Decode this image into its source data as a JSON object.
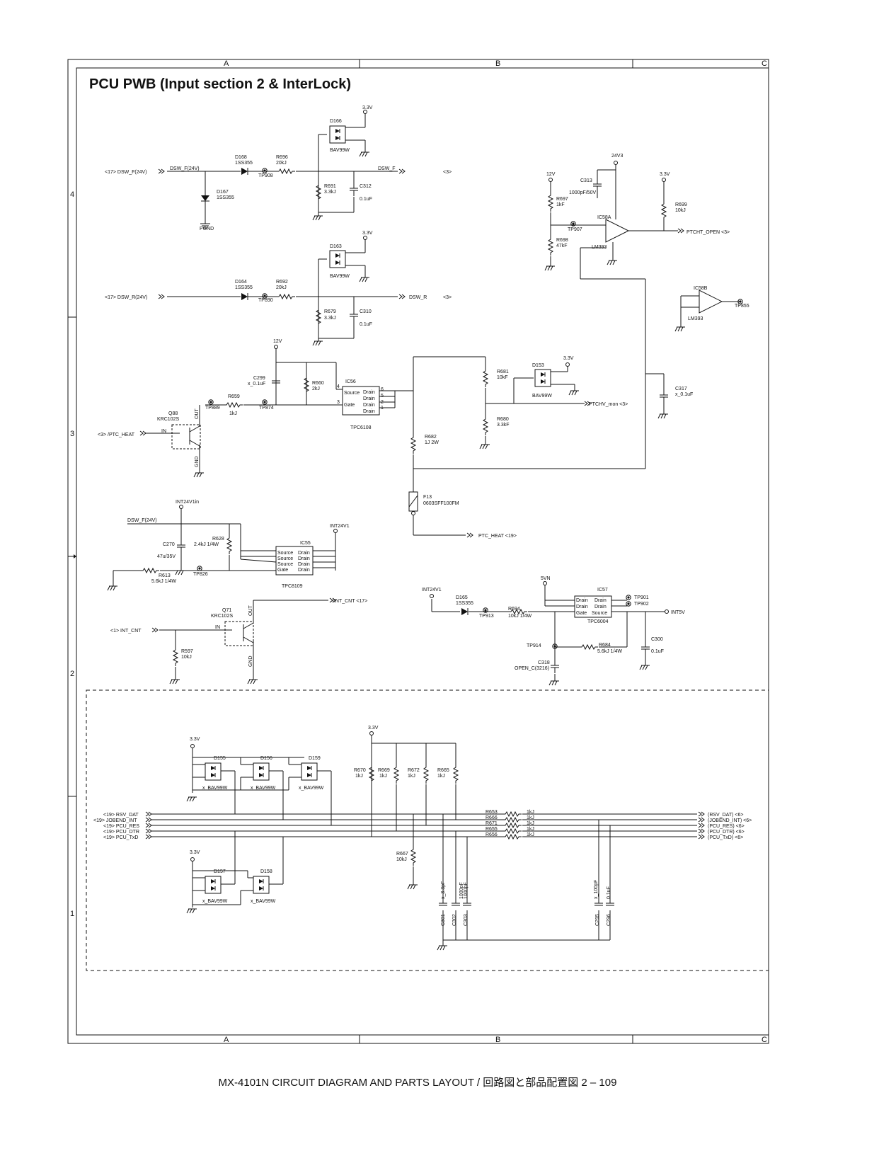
{
  "title": "PCU PWB (Input section 2 & InterLock)",
  "footer": "MX-4101N  CIRCUIT DIAGRAM AND PARTS LAYOUT / 回路図と部品配置図  2 – 109",
  "frame": {
    "cols": [
      "A",
      "B",
      "C"
    ],
    "rows": [
      "4",
      "3",
      "2",
      "1"
    ]
  },
  "labels": [
    {
      "id": "v33a",
      "t": "3.3V"
    },
    {
      "id": "d166",
      "t": "D166"
    },
    {
      "id": "bav99w1",
      "t": "BAV99W"
    },
    {
      "id": "d168",
      "t": "D168"
    },
    {
      "id": "d168p",
      "t": "1SS355"
    },
    {
      "id": "r696",
      "t": "R696"
    },
    {
      "id": "r696v",
      "t": "20kJ"
    },
    {
      "id": "tp908",
      "t": "TP908"
    },
    {
      "id": "dswf24in",
      "t": "<17>  DSW_F(24V)"
    },
    {
      "id": "dswf24",
      "t": "DSW_F(24V)"
    },
    {
      "id": "dswfo",
      "t": "DSW_F"
    },
    {
      "id": "dswfref",
      "t": "<3>"
    },
    {
      "id": "d167",
      "t": "D167"
    },
    {
      "id": "d167p",
      "t": "1SS355"
    },
    {
      "id": "pgnd",
      "t": "PGND"
    },
    {
      "id": "r691",
      "t": "R691"
    },
    {
      "id": "r691v",
      "t": "3.3kJ"
    },
    {
      "id": "c312",
      "t": "C312"
    },
    {
      "id": "c312v",
      "t": "0.1uF"
    },
    {
      "id": "v33b",
      "t": "3.3V"
    },
    {
      "id": "d163",
      "t": "D163"
    },
    {
      "id": "bav99w2",
      "t": "BAV99W"
    },
    {
      "id": "d164",
      "t": "D164"
    },
    {
      "id": "d164p",
      "t": "1SS355"
    },
    {
      "id": "r692",
      "t": "R692"
    },
    {
      "id": "r692v",
      "t": "20kJ"
    },
    {
      "id": "tp890",
      "t": "TP890"
    },
    {
      "id": "dswr24in",
      "t": "<17>  DSW_R(24V)"
    },
    {
      "id": "dswro",
      "t": "DSW_R"
    },
    {
      "id": "dswrref",
      "t": "<3>"
    },
    {
      "id": "r679",
      "t": "R679"
    },
    {
      "id": "r679v",
      "t": "3.3kJ"
    },
    {
      "id": "c310",
      "t": "C310"
    },
    {
      "id": "c310v",
      "t": "0.1uF"
    },
    {
      "id": "v12a",
      "t": "12V"
    },
    {
      "id": "c299",
      "t": "C299"
    },
    {
      "id": "c299v",
      "t": "x_0.1uF"
    },
    {
      "id": "r660",
      "t": "R660"
    },
    {
      "id": "r660v",
      "t": "2kJ"
    },
    {
      "id": "ic56",
      "t": "IC56"
    },
    {
      "id": "src56",
      "t": "Source"
    },
    {
      "id": "gate56",
      "t": "Gate"
    },
    {
      "id": "dr56a",
      "t": "Drain"
    },
    {
      "id": "dr56b",
      "t": "Drain"
    },
    {
      "id": "dr56c",
      "t": "Drain"
    },
    {
      "id": "dr56d",
      "t": "Drain"
    },
    {
      "id": "p56_4",
      "t": "4"
    },
    {
      "id": "p56_3",
      "t": "3"
    },
    {
      "id": "p56_6",
      "t": "6"
    },
    {
      "id": "p56_5",
      "t": "5"
    },
    {
      "id": "p56_2",
      "t": "2"
    },
    {
      "id": "p56_1",
      "t": "1"
    },
    {
      "id": "tpc6108",
      "t": "TPC6108"
    },
    {
      "id": "r659",
      "t": "R659"
    },
    {
      "id": "r659v",
      "t": "1kJ"
    },
    {
      "id": "tp889",
      "t": "TP889"
    },
    {
      "id": "tp874",
      "t": "TP874"
    },
    {
      "id": "q88",
      "t": "Q88"
    },
    {
      "id": "krc1",
      "t": "KRC102S"
    },
    {
      "id": "in1",
      "t": "IN"
    },
    {
      "id": "out1",
      "t": "OUT"
    },
    {
      "id": "gnd1",
      "t": "GND"
    },
    {
      "id": "ptcheat",
      "t": "<3>  /PTC_HEAT"
    },
    {
      "id": "r681",
      "t": "R681"
    },
    {
      "id": "r681v",
      "t": "10kF"
    },
    {
      "id": "d153",
      "t": "D153"
    },
    {
      "id": "v33c",
      "t": "3.3V"
    },
    {
      "id": "bav99w3",
      "t": "BAV99W"
    },
    {
      "id": "ptchv",
      "t": "PTCHV_mon  <3>"
    },
    {
      "id": "r680",
      "t": "R680"
    },
    {
      "id": "r680v",
      "t": "3.3kF"
    },
    {
      "id": "r682",
      "t": "R682"
    },
    {
      "id": "r682v",
      "t": "1J 2W"
    },
    {
      "id": "f13",
      "t": "F13"
    },
    {
      "id": "f13v",
      "t": "0603SFF100FM"
    },
    {
      "id": "ptcheat19",
      "t": "PTC_HEAT  <19>"
    },
    {
      "id": "v24v3",
      "t": "24V3"
    },
    {
      "id": "c313",
      "t": "C313"
    },
    {
      "id": "c313v",
      "t": "1000pF/50V"
    },
    {
      "id": "v12b",
      "t": "12V"
    },
    {
      "id": "r697",
      "t": "R697"
    },
    {
      "id": "r697v",
      "t": "1kF"
    },
    {
      "id": "v33d",
      "t": "3.3V"
    },
    {
      "id": "r699",
      "t": "R699"
    },
    {
      "id": "r699v",
      "t": "10kJ"
    },
    {
      "id": "ic58a",
      "t": "IC58A"
    },
    {
      "id": "lm393a",
      "t": "LM393"
    },
    {
      "id": "tp907",
      "t": "TP907"
    },
    {
      "id": "r698",
      "t": "R698"
    },
    {
      "id": "r698v",
      "t": "47kF"
    },
    {
      "id": "ptcht",
      "t": "PTCHT_OPEN  <3>"
    },
    {
      "id": "ic58b",
      "t": "IC58B"
    },
    {
      "id": "lm393b",
      "t": "LM393"
    },
    {
      "id": "tp855",
      "t": "TP855"
    },
    {
      "id": "c317",
      "t": "C317"
    },
    {
      "id": "c317v",
      "t": "x_0.1uF"
    },
    {
      "id": "int24v1in",
      "t": "INT24V1in"
    },
    {
      "id": "dswf24b",
      "t": "DSW_F(24V)"
    },
    {
      "id": "c270",
      "t": "C270"
    },
    {
      "id": "c270v",
      "t": "47u/35V"
    },
    {
      "id": "r628",
      "t": "R628"
    },
    {
      "id": "r628v",
      "t": "2.4kJ 1/4W"
    },
    {
      "id": "r613",
      "t": "R613"
    },
    {
      "id": "r613v",
      "t": "5.6kJ 1/4W"
    },
    {
      "id": "tp826",
      "t": "TP826"
    },
    {
      "id": "ic55",
      "t": "IC55"
    },
    {
      "id": "int24v1",
      "t": "INT24V1"
    },
    {
      "id": "tpc8109",
      "t": "TPC8109"
    },
    {
      "id": "s55a",
      "t": "Source"
    },
    {
      "id": "s55b",
      "t": "Source"
    },
    {
      "id": "s55c",
      "t": "Source"
    },
    {
      "id": "g55",
      "t": "Gate"
    },
    {
      "id": "dr55a",
      "t": "Drain"
    },
    {
      "id": "dr55b",
      "t": "Drain"
    },
    {
      "id": "dr55c",
      "t": "Drain"
    },
    {
      "id": "dr55d",
      "t": "Drain"
    },
    {
      "id": "q71",
      "t": "Q71"
    },
    {
      "id": "krc2",
      "t": "KRC102S"
    },
    {
      "id": "in2",
      "t": "IN"
    },
    {
      "id": "out2",
      "t": "OUT"
    },
    {
      "id": "gnd2",
      "t": "GND"
    },
    {
      "id": "intcnt",
      "t": "/INT_CNT     <17>"
    },
    {
      "id": "intcntin",
      "t": "<1>    INT_CNT"
    },
    {
      "id": "r597",
      "t": "R597"
    },
    {
      "id": "r597v",
      "t": "10kJ"
    },
    {
      "id": "v5vn",
      "t": "5VN"
    },
    {
      "id": "ic57",
      "t": "IC57"
    },
    {
      "id": "tp901",
      "t": "TP901"
    },
    {
      "id": "tp902",
      "t": "TP902"
    },
    {
      "id": "int5v",
      "t": "INT5V"
    },
    {
      "id": "int24v1b",
      "t": "INT24V1"
    },
    {
      "id": "d165",
      "t": "D165"
    },
    {
      "id": "d165p",
      "t": "1SS355"
    },
    {
      "id": "tp913",
      "t": "TP913"
    },
    {
      "id": "r694",
      "t": "R694"
    },
    {
      "id": "r694v",
      "t": "10kJ 1/4W"
    },
    {
      "id": "tpc6004",
      "t": "TPC6004"
    },
    {
      "id": "c300",
      "t": "C300"
    },
    {
      "id": "c300v",
      "t": "0.1uF"
    },
    {
      "id": "tp914",
      "t": "TP914"
    },
    {
      "id": "r684",
      "t": "R684"
    },
    {
      "id": "r684v",
      "t": "5.6kJ 1/4W"
    },
    {
      "id": "c318",
      "t": "C318"
    },
    {
      "id": "c318v",
      "t": "OPEN_C(3216)"
    },
    {
      "id": "d57a",
      "t": "Drain"
    },
    {
      "id": "d57b",
      "t": "Drain"
    },
    {
      "id": "g57",
      "t": "Gate"
    },
    {
      "id": "d57c",
      "t": "Drain"
    },
    {
      "id": "d57d",
      "t": "Drain"
    },
    {
      "id": "s57",
      "t": "Source"
    },
    {
      "id": "v33e",
      "t": "3.3V"
    },
    {
      "id": "v33f",
      "t": "3.3V"
    },
    {
      "id": "v33g",
      "t": "3.3V"
    },
    {
      "id": "d155",
      "t": "D155"
    },
    {
      "id": "d156",
      "t": "D156"
    },
    {
      "id": "d159",
      "t": "D159"
    },
    {
      "id": "d157",
      "t": "D157"
    },
    {
      "id": "d158",
      "t": "D158"
    },
    {
      "id": "xb1",
      "t": "x_BAV99W"
    },
    {
      "id": "xb2",
      "t": "x_BAV99W"
    },
    {
      "id": "xb3",
      "t": "x_BAV99W"
    },
    {
      "id": "xb4",
      "t": "x_BAV99W"
    },
    {
      "id": "xb5",
      "t": "x_BAV99W"
    },
    {
      "id": "r670",
      "t": "R670"
    },
    {
      "id": "r670v",
      "t": "1kJ"
    },
    {
      "id": "r669",
      "t": "R669"
    },
    {
      "id": "r669v",
      "t": "1kJ"
    },
    {
      "id": "r672",
      "t": "R672"
    },
    {
      "id": "r672v",
      "t": "1kJ"
    },
    {
      "id": "r665",
      "t": "R665"
    },
    {
      "id": "r665v",
      "t": "1kJ"
    },
    {
      "id": "r667",
      "t": "R667"
    },
    {
      "id": "r667v",
      "t": "10kJ"
    },
    {
      "id": "c301",
      "t": "C301"
    },
    {
      "id": "c301v",
      "t": "x_3.3pF"
    },
    {
      "id": "c302",
      "t": "C302"
    },
    {
      "id": "c302v",
      "t": "1000pF"
    },
    {
      "id": "c303",
      "t": "C303"
    },
    {
      "id": "c303v",
      "t": "1000pF"
    },
    {
      "id": "c295",
      "t": "C295"
    },
    {
      "id": "c295v",
      "t": "x_100pF"
    },
    {
      "id": "c296",
      "t": "C296"
    },
    {
      "id": "c296v",
      "t": "0.1uF"
    },
    {
      "id": "sig1",
      "t": "<19>  RSV_DAT"
    },
    {
      "id": "sig2",
      "t": "<19>  JOBEND_INT"
    },
    {
      "id": "sig3",
      "t": "<19>  PCU_RES"
    },
    {
      "id": "sig4",
      "t": "<19>  PCU_DTR"
    },
    {
      "id": "sig5",
      "t": "<19>  PCU_TxD"
    },
    {
      "id": "r653",
      "t": "R653"
    },
    {
      "id": "r666",
      "t": "R666"
    },
    {
      "id": "r671",
      "t": "R671"
    },
    {
      "id": "r655",
      "t": "R655"
    },
    {
      "id": "r656",
      "t": "R656"
    },
    {
      "id": "k1",
      "t": "1kJ"
    },
    {
      "id": "k2",
      "t": "1kJ"
    },
    {
      "id": "k3",
      "t": "1kJ"
    },
    {
      "id": "k4",
      "t": "1kJ"
    },
    {
      "id": "k5",
      "t": "1kJ"
    },
    {
      "id": "so1",
      "t": "(RSV_DAT)   <6>"
    },
    {
      "id": "so2",
      "t": "(JOBEND_INT)   <6>"
    },
    {
      "id": "so3",
      "t": "(PCU_RES)   <6>"
    },
    {
      "id": "so4",
      "t": "(PCU_DTR)   <6>"
    },
    {
      "id": "so5",
      "t": "(PCU_TxD)   <6>"
    }
  ]
}
